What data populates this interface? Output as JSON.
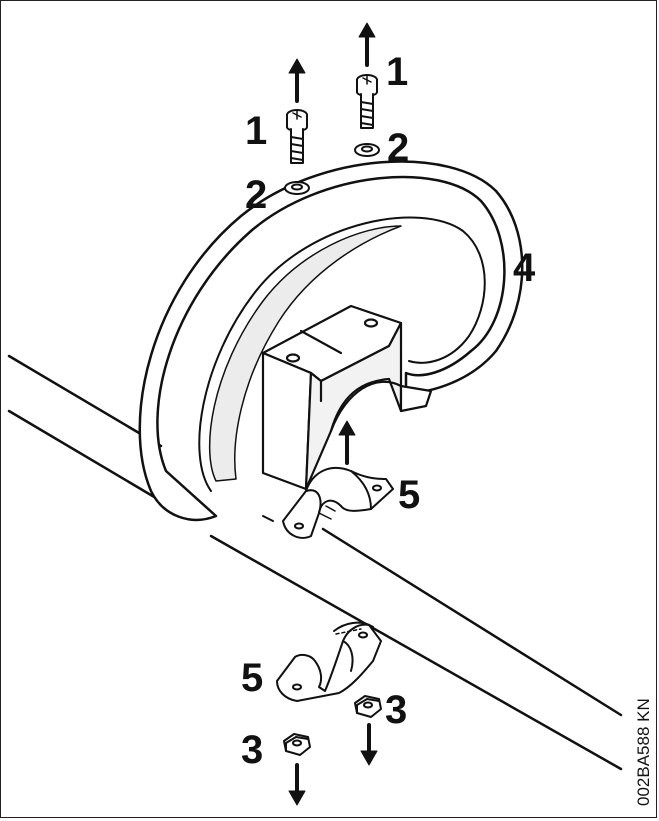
{
  "figure": {
    "reference_code": "002BA588 KN",
    "callouts": {
      "screw_left": "1",
      "screw_right": "1",
      "washer_left": "2",
      "washer_right": "2",
      "nut_left": "3",
      "nut_right": "3",
      "loop_handle": "4",
      "clamp_upper": "5",
      "clamp_lower": "5"
    },
    "colors": {
      "line": "#111111",
      "part_fill": "#ffffff",
      "shade": "#e6e6e6"
    }
  }
}
